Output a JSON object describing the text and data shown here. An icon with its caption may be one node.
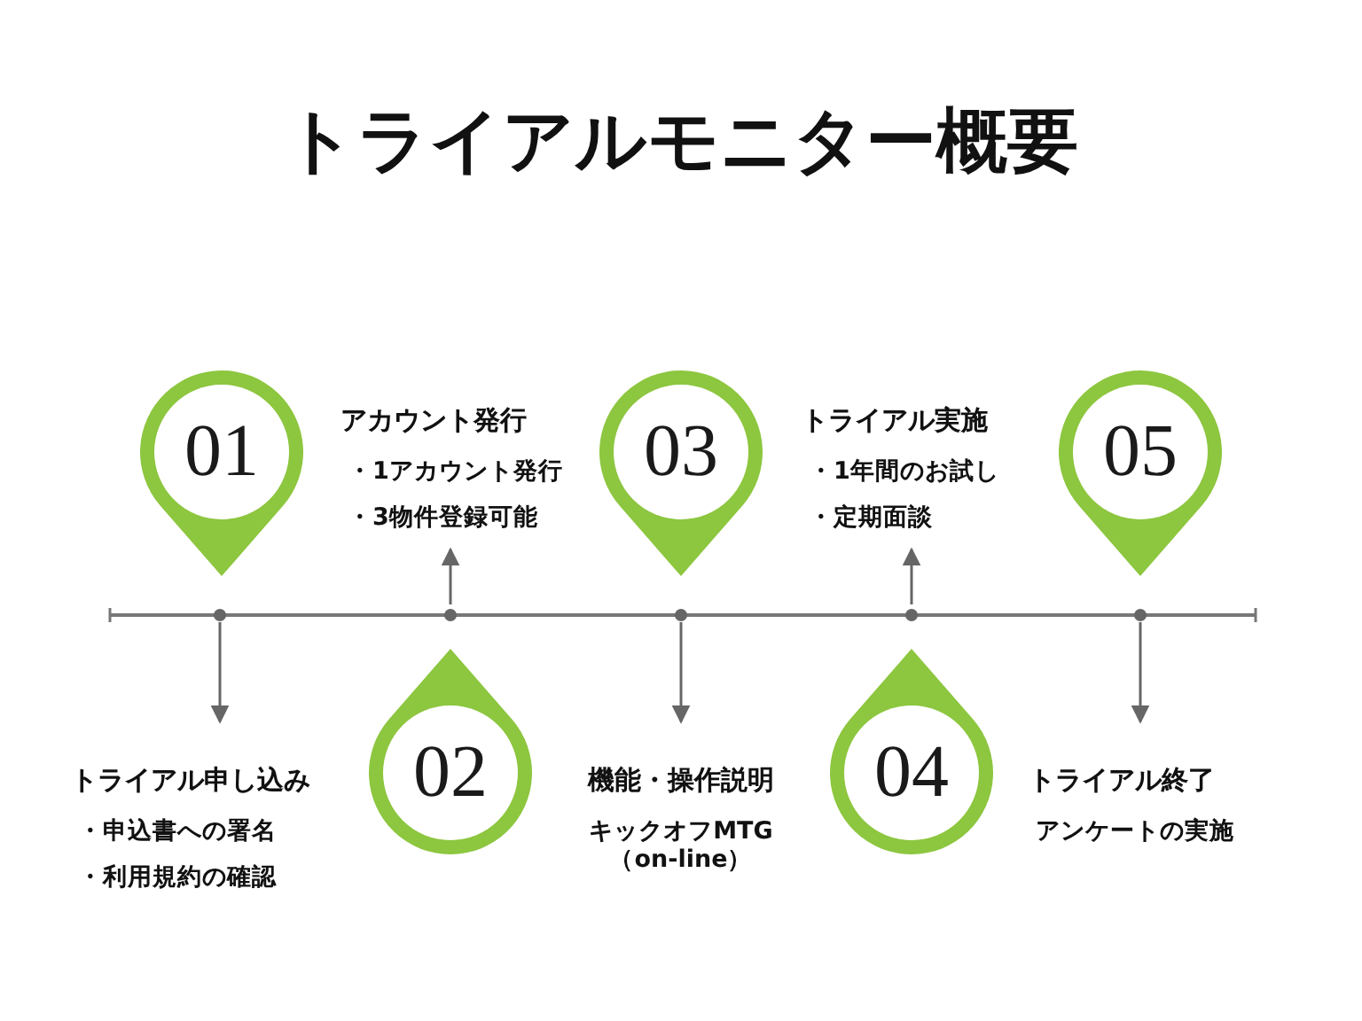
{
  "diagram": {
    "title": "トライアルモニター概要",
    "nodes": [
      {
        "text": [
          "01"
        ]
      },
      {
        "text": [
          "トライアル申し込み",
          "・申込書への署名",
          "・利用規約の確認"
        ]
      },
      {
        "text": [
          "02"
        ]
      },
      {
        "text": [
          "アカウント発行",
          "・1アカウント発行",
          "・3物件登録可能"
        ]
      },
      {
        "text": [
          "03"
        ]
      },
      {
        "text": [
          "機能・操作説明",
          "キックオフMTG（on-line）"
        ]
      },
      {
        "text": [
          "04"
        ]
      },
      {
        "text": [
          "トライアル実施",
          "・1年間のお試し",
          "・定期面談"
        ]
      },
      {
        "text": [
          "05"
        ]
      },
      {
        "text": [
          "トライアル終了",
          "アンケートの実施"
        ]
      }
    ],
    "edges": [
      {
        "from": null,
        "to": 1,
        "arrow": "to"
      },
      {
        "from": null,
        "to": 3,
        "arrow": "to"
      },
      {
        "from": null,
        "to": 5,
        "arrow": "to"
      },
      {
        "from": null,
        "to": 7,
        "arrow": "to"
      },
      {
        "from": null,
        "to": 9,
        "arrow": "to"
      }
    ]
  }
}
